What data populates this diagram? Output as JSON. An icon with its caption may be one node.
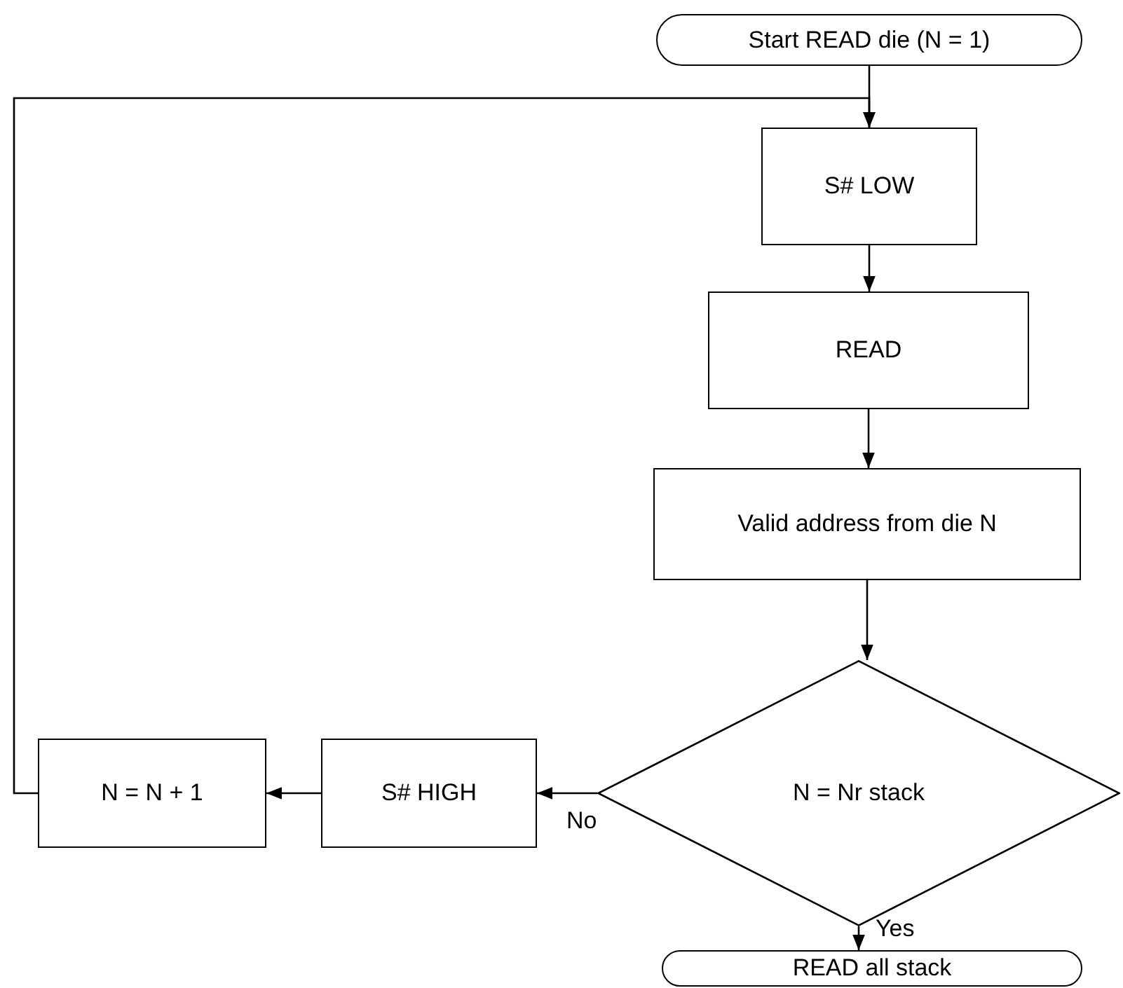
{
  "diagram": {
    "nodes": [
      {
        "text": [
          "Start READ die (N = 1)"
        ]
      },
      {
        "text": [
          "S# LOW"
        ]
      },
      {
        "text": [
          "READ"
        ]
      },
      {
        "text": [
          "Valid address from die N"
        ]
      },
      {
        "text": [
          "N = Nr stack"
        ]
      },
      {
        "text": [
          "S# HIGH"
        ]
      },
      {
        "text": [
          "N = N + 1"
        ]
      },
      {
        "text": [
          "READ all stack"
        ]
      }
    ],
    "edges": [
      {
        "from": 0,
        "to": 1,
        "arrow": "to"
      },
      {
        "from": 1,
        "to": 2,
        "arrow": "to"
      },
      {
        "from": 2,
        "to": 3,
        "arrow": "to"
      },
      {
        "from": 3,
        "to": 4,
        "arrow": "to"
      },
      {
        "from": 4,
        "to": 5,
        "arrow": "to",
        "label": "No"
      },
      {
        "from": 5,
        "to": 6,
        "arrow": "to"
      },
      {
        "from": 6,
        "to": 1,
        "arrow": "to"
      },
      {
        "from": 4,
        "to": 7,
        "arrow": "to",
        "label": "Yes"
      }
    ]
  }
}
